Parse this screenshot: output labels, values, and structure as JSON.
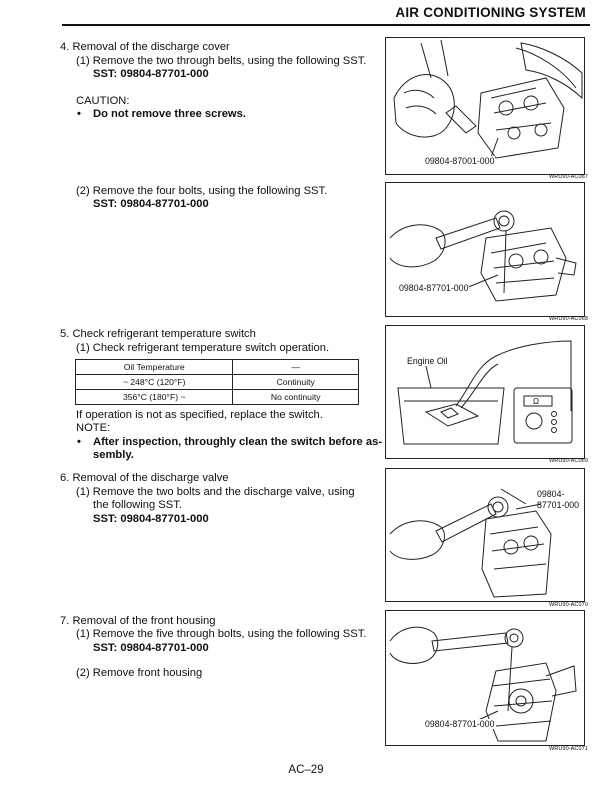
{
  "header": {
    "title": "AIR CONDITIONING SYSTEM"
  },
  "s4": {
    "heading": "4.  Removal of the discharge cover",
    "step1": "(1) Remove the two through belts, using the following SST.",
    "sst1": "SST:  09804-87701-000",
    "caution_label": "CAUTION:",
    "caution_text": "Do not remove three screws.",
    "step2": "(2) Remove the four bolts, using the following SST.",
    "sst2": "SST:  09804-87701-000"
  },
  "s5": {
    "heading": "5.  Check refrigerant temperature switch",
    "step1": "(1) Check refrigerant temperature switch operation.",
    "table": {
      "header": [
        "Oil Temperature",
        "—"
      ],
      "rows": [
        [
          "~ 248°C (120°F)",
          "Continuity"
        ],
        [
          "356°C (180°F) ~",
          "No continuity"
        ]
      ]
    },
    "after": "If operation is not as specified, replace the switch.",
    "note_label": "NOTE:",
    "note_line1": "After inspection, throughly clean the switch before as-",
    "note_line2": "sembly."
  },
  "s6": {
    "heading": "6.  Removal of the discharge valve",
    "step1_line1": "(1) Remove the two bolts and the discharge valve, using",
    "step1_line2": "the following SST.",
    "sst": "SST:  09804-87701-000"
  },
  "s7": {
    "heading": "7.  Removal of the front housing",
    "step1": "(1) Remove the five through bolts, using the following SST.",
    "sst": "SST:  09804-87701-000",
    "step2": "(2) Remove front housing"
  },
  "figures": [
    {
      "label": "09804-87001-000",
      "code": "WRU90-AC067"
    },
    {
      "label": "09804-87701-000",
      "code": "WRU90-AC068"
    },
    {
      "label": "Engine Oil",
      "code": "WRU90-AC069"
    },
    {
      "label_line1": "09804-",
      "label_line2": "87701-000",
      "code": "WRU90-AC070"
    },
    {
      "label": "09804-87701-000",
      "code": "WRU90-AC071"
    }
  ],
  "meter": {
    "display": "Ω"
  },
  "footer": {
    "page": "AC–29"
  }
}
